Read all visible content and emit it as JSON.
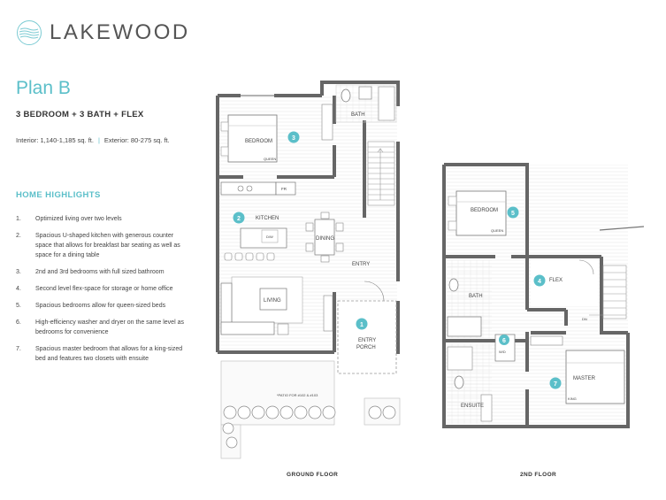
{
  "brand": {
    "name": "LAKEWOOD"
  },
  "plan": {
    "title": "Plan B",
    "subtitle": "3 BEDROOM + 3 BATH + FLEX",
    "interior": "Interior: 1,140-1,185 sq. ft.",
    "separator": "|",
    "exterior": "Exterior: 80-275 sq. ft."
  },
  "highlights": {
    "title": "HOME HIGHLIGHTS",
    "items": [
      {
        "n": "1.",
        "text": "Optimized living over two levels"
      },
      {
        "n": "2.",
        "text": "Spacious U-shaped kitchen with generous counter space that allows for breakfast bar seating as well as space for a dining table"
      },
      {
        "n": "3.",
        "text": "2nd and 3rd bedrooms with full sized bathroom"
      },
      {
        "n": "4.",
        "text": "Second level flex-space for storage or home office"
      },
      {
        "n": "5.",
        "text": "Spacious bedrooms allow for queen-sized beds"
      },
      {
        "n": "6.",
        "text": "High-efficiency washer and dryer on the same level as bedrooms for convenience"
      },
      {
        "n": "7.",
        "text": "Spacious master bedroom that allows for a king-sized bed and features two closets with ensuite"
      }
    ]
  },
  "ground_floor": {
    "label": "GROUND FLOOR",
    "rooms": {
      "bath": "BATH",
      "bedroom": "BEDROOM",
      "queen": "QUEEN",
      "kitchen": "KITCHEN",
      "dining": "DINING",
      "entry": "ENTRY",
      "living": "LIVING",
      "entry_porch_1": "ENTRY",
      "entry_porch_2": "PORCH",
      "fr": "FR",
      "dw": "D/W",
      "patio": "*PATIO FOR #102 & #103"
    },
    "markers": {
      "bedroom": "3",
      "kitchen": "2",
      "entry": "1"
    }
  },
  "second_floor": {
    "label": "2ND FLOOR",
    "rooms": {
      "bedroom": "BEDROOM",
      "queen": "QUEEN",
      "flex": "FLEX",
      "bath": "BATH",
      "wd": "W/D",
      "ensuite": "ENSUITE",
      "master": "MASTER",
      "king": "KING",
      "dn": "DN"
    },
    "markers": {
      "bedroom": "5",
      "flex": "4",
      "wd": "6",
      "master": "7"
    }
  },
  "colors": {
    "accent": "#5bbfc9",
    "wall": "#666666"
  }
}
